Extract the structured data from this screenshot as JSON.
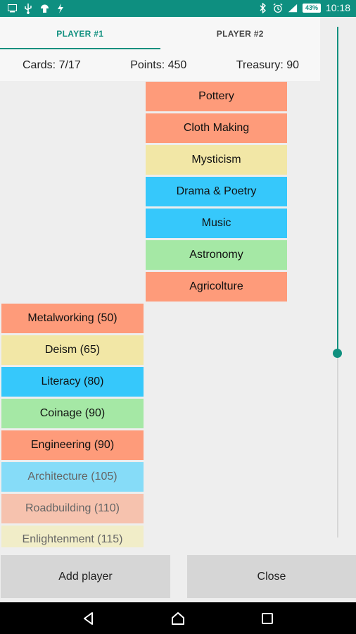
{
  "status_bar": {
    "battery": "43%",
    "time": "10:18"
  },
  "tabs": [
    {
      "label": "PLAYER #1",
      "active": true
    },
    {
      "label": "PLAYER #2",
      "active": false
    }
  ],
  "info": {
    "cards": "Cards: 7/17",
    "points": "Points: 450",
    "treasury": "Treasury: 90"
  },
  "owned_cards": [
    {
      "label": "Pottery",
      "color": "#fe9b7a"
    },
    {
      "label": "Cloth Making",
      "color": "#fe9b7a"
    },
    {
      "label": "Mysticism",
      "color": "#f2e7a6"
    },
    {
      "label": "Drama & Poetry",
      "color": "#36c8fb"
    },
    {
      "label": "Music",
      "color": "#36c8fb"
    },
    {
      "label": "Astronomy",
      "color": "#a5e8a5"
    },
    {
      "label": "Agricolture",
      "color": "#fe9b7a"
    }
  ],
  "available_cards": [
    {
      "label": "Metalworking (50)",
      "color": "#fe9b7a",
      "faded": false
    },
    {
      "label": "Deism (65)",
      "color": "#f2e7a6",
      "faded": false
    },
    {
      "label": "Literacy (80)",
      "color": "#36c8fb",
      "faded": false
    },
    {
      "label": "Coinage (90)",
      "color": "#a5e8a5",
      "faded": false
    },
    {
      "label": "Engineering (90)",
      "color": "#fe9b7a",
      "faded": false
    },
    {
      "label": "Architecture (105)",
      "color": "#86dcf8",
      "faded": true
    },
    {
      "label": "Roadbuilding (110)",
      "color": "#f6c2ae",
      "faded": true
    },
    {
      "label": "Enlightenment (115)",
      "color": "#f1edc8",
      "faded": true
    }
  ],
  "scroll": {
    "position": 0.64
  },
  "buttons": {
    "add_player": "Add player",
    "close": "Close"
  },
  "colors": {
    "accent": "#10907f",
    "status_bar": "#0e8f80"
  },
  "icons": {
    "status_left": [
      "screenshot-icon",
      "usb-icon",
      "android-debug-icon",
      "charging-icon"
    ],
    "status_right": [
      "bluetooth-icon",
      "alarm-icon",
      "signal-icon",
      "battery-icon"
    ],
    "nav": [
      "back-icon",
      "home-icon",
      "recents-icon"
    ]
  }
}
